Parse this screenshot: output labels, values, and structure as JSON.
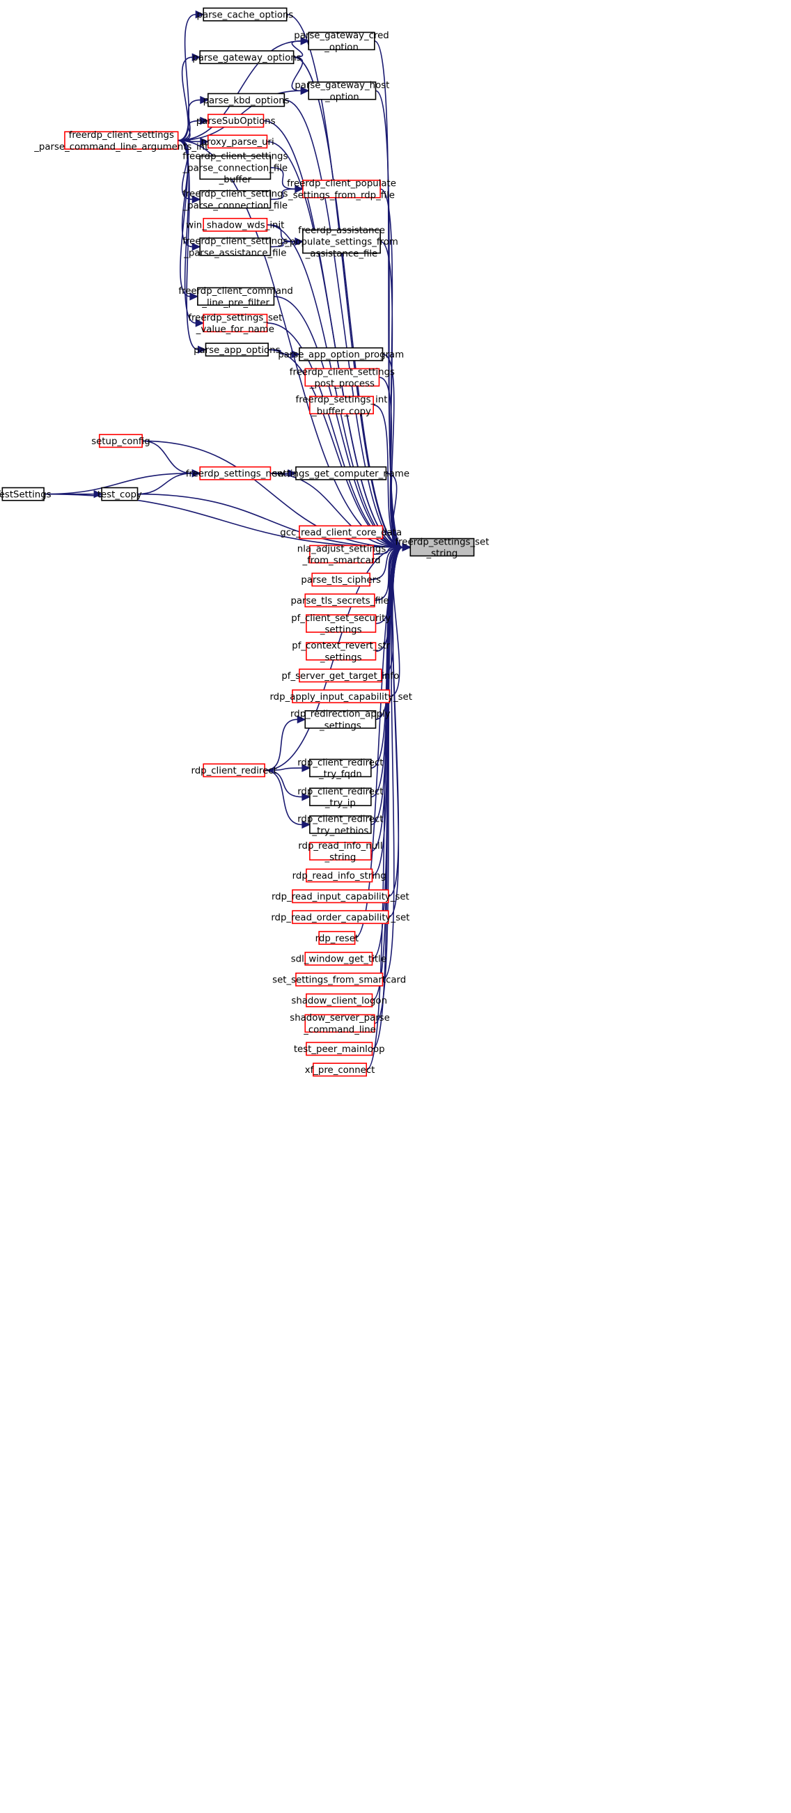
{
  "colors": {
    "edge": "#191970",
    "node_border_black": "#000000",
    "node_border_red": "#ff0000",
    "focus_fill": "#bfbfbf"
  },
  "nodes": [
    {
      "id": "target",
      "lines": [
        "freerdp_settings_set",
        "_string"
      ],
      "style": "focus"
    },
    {
      "id": "parse_cache_options",
      "lines": [
        "parse_cache_options"
      ],
      "style": "black"
    },
    {
      "id": "parse_gateway_cred_option",
      "lines": [
        "parse_gateway_cred",
        "_option"
      ],
      "style": "black"
    },
    {
      "id": "parse_gateway_options",
      "lines": [
        "parse_gateway_options"
      ],
      "style": "black"
    },
    {
      "id": "parse_gateway_host_option",
      "lines": [
        "parse_gateway_host",
        "_option"
      ],
      "style": "black"
    },
    {
      "id": "parse_kbd_options",
      "lines": [
        "parse_kbd_options"
      ],
      "style": "black"
    },
    {
      "id": "parseSubOptions",
      "lines": [
        "parseSubOptions"
      ],
      "style": "red"
    },
    {
      "id": "cmdline_int",
      "lines": [
        "freerdp_client_settings",
        "_parse_command_line_arguments_int"
      ],
      "style": "red"
    },
    {
      "id": "proxy_parse_uri",
      "lines": [
        "proxy_parse_uri"
      ],
      "style": "red"
    },
    {
      "id": "conn_file_buffer",
      "lines": [
        "freerdp_client_settings",
        "_parse_connection_file",
        "_buffer"
      ],
      "style": "black"
    },
    {
      "id": "populate_rdp_file",
      "lines": [
        "freerdp_client_populate",
        "_settings_from_rdp_file"
      ],
      "style": "red"
    },
    {
      "id": "conn_file",
      "lines": [
        "freerdp_client_settings",
        "_parse_connection_file"
      ],
      "style": "black"
    },
    {
      "id": "win_shadow_wds_init",
      "lines": [
        "win_shadow_wds_init"
      ],
      "style": "red"
    },
    {
      "id": "assistance_populate",
      "lines": [
        "freerdp_assistance",
        "_populate_settings_from",
        "_assistance_file"
      ],
      "style": "black"
    },
    {
      "id": "assistance_file",
      "lines": [
        "freerdp_client_settings",
        "_parse_assistance_file"
      ],
      "style": "black"
    },
    {
      "id": "pre_filter",
      "lines": [
        "freerdp_client_command",
        "_line_pre_filter"
      ],
      "style": "black"
    },
    {
      "id": "set_value_for_name",
      "lines": [
        "freerdp_settings_set",
        "_value_for_name"
      ],
      "style": "red"
    },
    {
      "id": "parse_app_options",
      "lines": [
        "parse_app_options"
      ],
      "style": "black"
    },
    {
      "id": "parse_app_option_program",
      "lines": [
        "parse_app_option_program"
      ],
      "style": "black"
    },
    {
      "id": "post_process",
      "lines": [
        "freerdp_client_settings",
        "_post_process"
      ],
      "style": "red"
    },
    {
      "id": "int_buffer_copy",
      "lines": [
        "freerdp_settings_int",
        "_buffer_copy"
      ],
      "style": "red"
    },
    {
      "id": "setup_config",
      "lines": [
        "setup_config"
      ],
      "style": "red"
    },
    {
      "id": "settings_new",
      "lines": [
        "freerdp_settings_new"
      ],
      "style": "red"
    },
    {
      "id": "get_computer_name",
      "lines": [
        "settings_get_computer_name"
      ],
      "style": "black"
    },
    {
      "id": "TestSettings",
      "lines": [
        "TestSettings"
      ],
      "style": "black"
    },
    {
      "id": "test_copy",
      "lines": [
        "test_copy"
      ],
      "style": "black"
    },
    {
      "id": "gcc_read",
      "lines": [
        "gcc_read_client_core_data"
      ],
      "style": "red"
    },
    {
      "id": "nla_adjust",
      "lines": [
        "nla_adjust_settings",
        "_from_smartcard"
      ],
      "style": "red"
    },
    {
      "id": "parse_tls_ciphers",
      "lines": [
        "parse_tls_ciphers"
      ],
      "style": "red"
    },
    {
      "id": "parse_tls_secrets",
      "lines": [
        "parse_tls_secrets_file"
      ],
      "style": "red"
    },
    {
      "id": "pf_client_set",
      "lines": [
        "pf_client_set_security",
        "_settings"
      ],
      "style": "red"
    },
    {
      "id": "pf_context_revert",
      "lines": [
        "pf_context_revert_str",
        "_settings"
      ],
      "style": "red"
    },
    {
      "id": "pf_server_get",
      "lines": [
        "pf_server_get_target_info"
      ],
      "style": "red"
    },
    {
      "id": "rdp_apply_input",
      "lines": [
        "rdp_apply_input_capability_set"
      ],
      "style": "red"
    },
    {
      "id": "rdp_redir_apply",
      "lines": [
        "rdp_redirection_apply",
        "_settings"
      ],
      "style": "black"
    },
    {
      "id": "rdp_client_redirect",
      "lines": [
        "rdp_client_redirect"
      ],
      "style": "red"
    },
    {
      "id": "try_fqdn",
      "lines": [
        "rdp_client_redirect",
        "_try_fqdn"
      ],
      "style": "black"
    },
    {
      "id": "try_ip",
      "lines": [
        "rdp_client_redirect",
        "_try_ip"
      ],
      "style": "black"
    },
    {
      "id": "try_netbios",
      "lines": [
        "rdp_client_redirect",
        "_try_netbios"
      ],
      "style": "black"
    },
    {
      "id": "read_info_null",
      "lines": [
        "rdp_read_info_null",
        "_string"
      ],
      "style": "red"
    },
    {
      "id": "read_info_string",
      "lines": [
        "rdp_read_info_string"
      ],
      "style": "red"
    },
    {
      "id": "read_input_cap",
      "lines": [
        "rdp_read_input_capability_set"
      ],
      "style": "red"
    },
    {
      "id": "read_order_cap",
      "lines": [
        "rdp_read_order_capability_set"
      ],
      "style": "red"
    },
    {
      "id": "rdp_reset",
      "lines": [
        "rdp_reset"
      ],
      "style": "red"
    },
    {
      "id": "sdl_title",
      "lines": [
        "sdl_window_get_title"
      ],
      "style": "red"
    },
    {
      "id": "set_smartcard",
      "lines": [
        "set_settings_from_smartcard"
      ],
      "style": "red"
    },
    {
      "id": "shadow_logon",
      "lines": [
        "shadow_client_logon"
      ],
      "style": "red"
    },
    {
      "id": "shadow_parse",
      "lines": [
        "shadow_server_parse",
        "_command_line"
      ],
      "style": "red"
    },
    {
      "id": "test_peer",
      "lines": [
        "test_peer_mainloop"
      ],
      "style": "red"
    },
    {
      "id": "xf_pre",
      "lines": [
        "xf_pre_connect"
      ],
      "style": "red"
    }
  ],
  "edges": [
    [
      "parse_cache_options",
      "target"
    ],
    [
      "parse_gateway_cred_option",
      "target"
    ],
    [
      "parse_gateway_options",
      "target"
    ],
    [
      "parse_gateway_host_option",
      "target"
    ],
    [
      "parse_kbd_options",
      "target"
    ],
    [
      "parseSubOptions",
      "target"
    ],
    [
      "proxy_parse_uri",
      "target"
    ],
    [
      "populate_rdp_file",
      "target"
    ],
    [
      "win_shadow_wds_init",
      "target"
    ],
    [
      "assistance_populate",
      "target"
    ],
    [
      "cmdline_int",
      "target"
    ],
    [
      "pre_filter",
      "target"
    ],
    [
      "set_value_for_name",
      "target"
    ],
    [
      "parse_app_options",
      "target"
    ],
    [
      "parse_app_option_program",
      "target"
    ],
    [
      "post_process",
      "target"
    ],
    [
      "int_buffer_copy",
      "target"
    ],
    [
      "setup_config",
      "target"
    ],
    [
      "settings_new",
      "target"
    ],
    [
      "get_computer_name",
      "target"
    ],
    [
      "test_copy",
      "target"
    ],
    [
      "TestSettings",
      "target"
    ],
    [
      "gcc_read",
      "target"
    ],
    [
      "nla_adjust",
      "target"
    ],
    [
      "parse_tls_ciphers",
      "target"
    ],
    [
      "parse_tls_secrets",
      "target"
    ],
    [
      "pf_client_set",
      "target"
    ],
    [
      "pf_context_revert",
      "target"
    ],
    [
      "pf_server_get",
      "target"
    ],
    [
      "rdp_apply_input",
      "target"
    ],
    [
      "rdp_redir_apply",
      "target"
    ],
    [
      "rdp_client_redirect",
      "target"
    ],
    [
      "try_fqdn",
      "target"
    ],
    [
      "try_ip",
      "target"
    ],
    [
      "try_netbios",
      "target"
    ],
    [
      "read_info_null",
      "target"
    ],
    [
      "read_info_string",
      "target"
    ],
    [
      "read_input_cap",
      "target"
    ],
    [
      "read_order_cap",
      "target"
    ],
    [
      "rdp_reset",
      "target"
    ],
    [
      "sdl_title",
      "target"
    ],
    [
      "set_smartcard",
      "target"
    ],
    [
      "shadow_logon",
      "target"
    ],
    [
      "shadow_parse",
      "target"
    ],
    [
      "test_peer",
      "target"
    ],
    [
      "xf_pre",
      "target"
    ],
    [
      "parse_gateway_options",
      "parse_gateway_cred_option"
    ],
    [
      "parse_gateway_options",
      "parse_gateway_host_option"
    ],
    [
      "cmdline_int",
      "parse_cache_options"
    ],
    [
      "cmdline_int",
      "parse_gateway_cred_option"
    ],
    [
      "cmdline_int",
      "parse_gateway_options"
    ],
    [
      "cmdline_int",
      "parse_gateway_host_option"
    ],
    [
      "cmdline_int",
      "parse_kbd_options"
    ],
    [
      "cmdline_int",
      "parseSubOptions"
    ],
    [
      "cmdline_int",
      "proxy_parse_uri"
    ],
    [
      "cmdline_int",
      "conn_file"
    ],
    [
      "cmdline_int",
      "assistance_file"
    ],
    [
      "cmdline_int",
      "pre_filter"
    ],
    [
      "cmdline_int",
      "set_value_for_name"
    ],
    [
      "cmdline_int",
      "parse_app_options"
    ],
    [
      "conn_file_buffer",
      "populate_rdp_file"
    ],
    [
      "conn_file",
      "populate_rdp_file"
    ],
    [
      "win_shadow_wds_init",
      "assistance_populate"
    ],
    [
      "assistance_file",
      "assistance_populate"
    ],
    [
      "parse_app_options",
      "parse_app_option_program"
    ],
    [
      "setup_config",
      "settings_new"
    ],
    [
      "settings_new",
      "get_computer_name"
    ],
    [
      "TestSettings",
      "settings_new"
    ],
    [
      "TestSettings",
      "test_copy"
    ],
    [
      "test_copy",
      "settings_new"
    ],
    [
      "rdp_client_redirect",
      "rdp_redir_apply"
    ],
    [
      "rdp_client_redirect",
      "try_fqdn"
    ],
    [
      "rdp_client_redirect",
      "try_ip"
    ],
    [
      "rdp_client_redirect",
      "try_netbios"
    ]
  ]
}
